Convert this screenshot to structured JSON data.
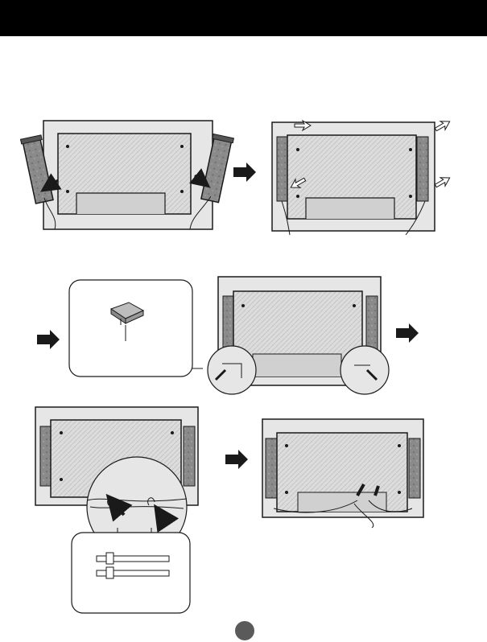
{
  "header": {
    "background": "#000000",
    "title": ""
  },
  "steps": [
    {
      "id": "step-1a",
      "illustration": "speaker-attach-to-monitor-back"
    },
    {
      "id": "step-1b",
      "illustration": "speaker-screws-inserted"
    },
    {
      "id": "step-2a",
      "illustration": "cable-holder-detail"
    },
    {
      "id": "step-2b",
      "illustration": "cable-holders-on-monitor"
    },
    {
      "id": "step-3a",
      "illustration": "cables-tied-detail"
    },
    {
      "id": "step-3b",
      "illustration": "cables-routed-final"
    },
    {
      "id": "step-3c",
      "illustration": "cable-ties-detail"
    }
  ],
  "icons": {
    "next_arrow": "right-arrow-icon",
    "hint_arrow": "outline-arrow-icon"
  },
  "colors": {
    "ink": "#1a1a1a",
    "panel_fill": "#d6d6d6",
    "panel_dark": "#8c8c8c",
    "page_dot": "#5a5a5a"
  }
}
